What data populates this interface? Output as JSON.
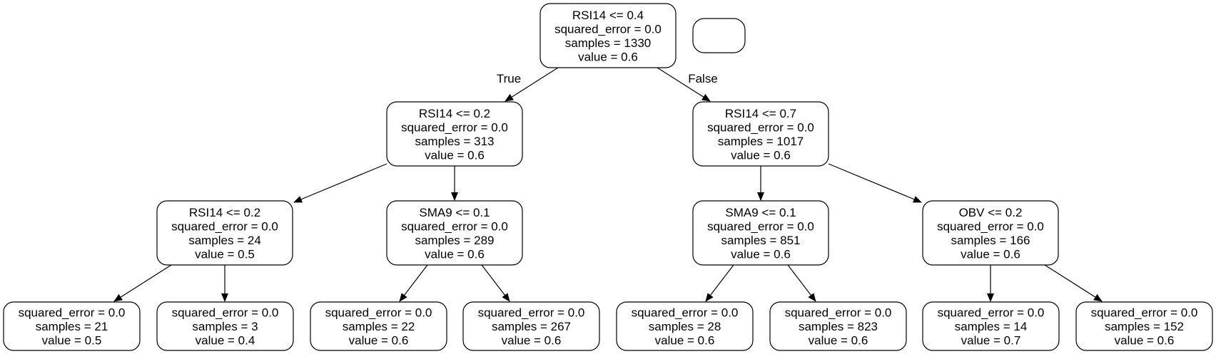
{
  "tree": {
    "nodes": [
      {
        "id": "n0",
        "lines": [
          "RSI14 <= 0.4",
          "squared_error = 0.0",
          "samples = 1330",
          "value = 0.6"
        ]
      },
      {
        "id": "legend",
        "lines": []
      },
      {
        "id": "n1",
        "lines": [
          "RSI14 <= 0.2",
          "squared_error = 0.0",
          "samples = 313",
          "value = 0.6"
        ]
      },
      {
        "id": "n2",
        "lines": [
          "RSI14 <= 0.7",
          "squared_error = 0.0",
          "samples = 1017",
          "value = 0.6"
        ]
      },
      {
        "id": "n3",
        "lines": [
          "RSI14 <= 0.2",
          "squared_error = 0.0",
          "samples = 24",
          "value = 0.5"
        ]
      },
      {
        "id": "n4",
        "lines": [
          "SMA9 <= 0.1",
          "squared_error = 0.0",
          "samples = 289",
          "value = 0.6"
        ]
      },
      {
        "id": "n5",
        "lines": [
          "SMA9 <= 0.1",
          "squared_error = 0.0",
          "samples = 851",
          "value = 0.6"
        ]
      },
      {
        "id": "n6",
        "lines": [
          "OBV <= 0.2",
          "squared_error = 0.0",
          "samples = 166",
          "value = 0.6"
        ]
      },
      {
        "id": "n7",
        "lines": [
          "squared_error = 0.0",
          "samples = 21",
          "value = 0.5"
        ]
      },
      {
        "id": "n8",
        "lines": [
          "squared_error = 0.0",
          "samples = 3",
          "value = 0.4"
        ]
      },
      {
        "id": "n9",
        "lines": [
          "squared_error = 0.0",
          "samples = 22",
          "value = 0.6"
        ]
      },
      {
        "id": "n10",
        "lines": [
          "squared_error = 0.0",
          "samples = 267",
          "value = 0.6"
        ]
      },
      {
        "id": "n11",
        "lines": [
          "squared_error = 0.0",
          "samples = 28",
          "value = 0.6"
        ]
      },
      {
        "id": "n12",
        "lines": [
          "squared_error = 0.0",
          "samples = 823",
          "value = 0.6"
        ]
      },
      {
        "id": "n13",
        "lines": [
          "squared_error = 0.0",
          "samples = 14",
          "value = 0.7"
        ]
      },
      {
        "id": "n14",
        "lines": [
          "squared_error = 0.0",
          "samples = 152",
          "value = 0.6"
        ]
      }
    ],
    "edges": [
      {
        "from": "n0",
        "to": "n1",
        "label": "True"
      },
      {
        "from": "n0",
        "to": "n2",
        "label": "False"
      },
      {
        "from": "n1",
        "to": "n3",
        "label": ""
      },
      {
        "from": "n1",
        "to": "n4",
        "label": ""
      },
      {
        "from": "n2",
        "to": "n5",
        "label": ""
      },
      {
        "from": "n2",
        "to": "n6",
        "label": ""
      },
      {
        "from": "n3",
        "to": "n7",
        "label": ""
      },
      {
        "from": "n3",
        "to": "n8",
        "label": ""
      },
      {
        "from": "n4",
        "to": "n9",
        "label": ""
      },
      {
        "from": "n4",
        "to": "n10",
        "label": ""
      },
      {
        "from": "n5",
        "to": "n11",
        "label": ""
      },
      {
        "from": "n5",
        "to": "n12",
        "label": ""
      },
      {
        "from": "n6",
        "to": "n13",
        "label": ""
      },
      {
        "from": "n6",
        "to": "n14",
        "label": ""
      }
    ]
  }
}
